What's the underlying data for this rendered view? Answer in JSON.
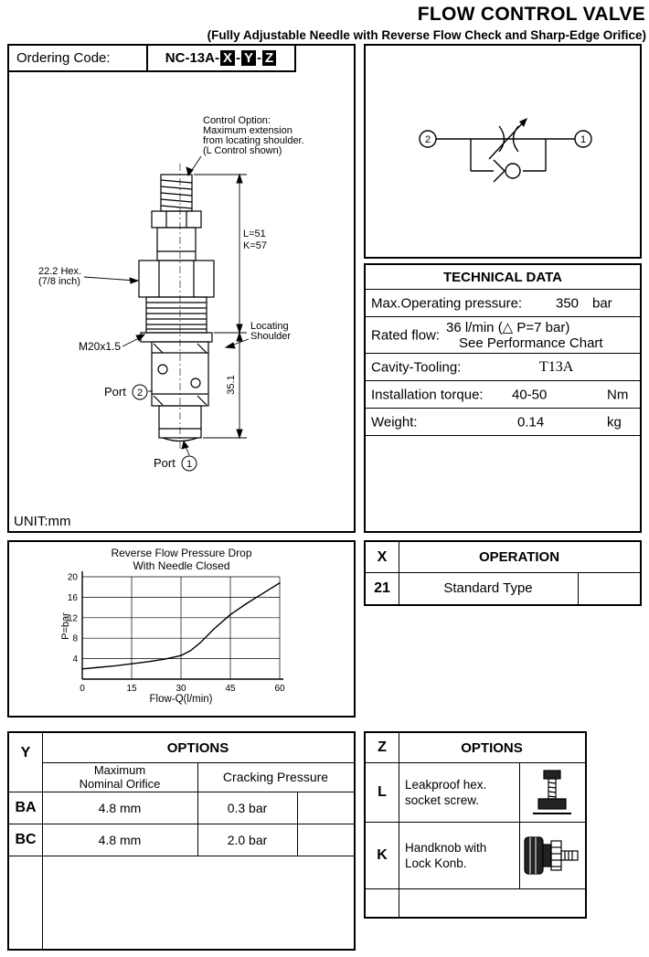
{
  "header": {
    "title": "FLOW CONTROL VALVE",
    "subtitle": "(Fully Adjustable Needle with Reverse Flow Check and Sharp-Edge Orifice)"
  },
  "ordering": {
    "label": "Ordering Code:",
    "code_prefix": "NC-13A-",
    "sep": "-",
    "x": "X",
    "y": "Y",
    "z": "Z"
  },
  "drawing": {
    "control_option": [
      "Control Option:",
      "Maximum extension",
      "from locating shoulder.",
      "(L Control shown)"
    ],
    "hex_line1": "22.2 Hex.",
    "hex_line2": "(7/8 inch)",
    "thread": "M20x1.5",
    "port_label": "Port",
    "port2": "2",
    "port1": "1",
    "dim_l": "L=51",
    "dim_k": "K=57",
    "locating1": "Locating",
    "locating2": "Shoulder",
    "dim_len": "35.1",
    "unit": "UNIT:mm"
  },
  "symbol": {
    "port2": "2",
    "port1": "1"
  },
  "technical": {
    "title": "TECHNICAL DATA",
    "row1": {
      "label": "Max.Operating pressure:",
      "value": "350",
      "unit": "bar"
    },
    "row2": {
      "label": "Rated flow:",
      "value": "36 l/min (△ P=7 bar)",
      "note": "See Performance Chart"
    },
    "row3": {
      "label": "Cavity-Tooling:",
      "value": "T13A"
    },
    "row4": {
      "label": "Installation torque:",
      "value": "40-50",
      "unit": "Nm"
    },
    "row5": {
      "label": "Weight:",
      "value": "0.14",
      "unit": "kg"
    }
  },
  "chart_data": {
    "type": "line",
    "title_line1": "Reverse Flow Pressure Drop",
    "title_line2": "With Needle Closed",
    "xlabel": "Flow-Q(l/min)",
    "ylabel": "P=bar",
    "xlim": [
      0,
      60
    ],
    "ylim": [
      0,
      20
    ],
    "xticks": [
      0,
      15,
      30,
      45,
      60
    ],
    "yticks": [
      4,
      8,
      12,
      16,
      20
    ],
    "grid": true,
    "series": [
      {
        "name": "Reverse flow pressure drop with needle closed",
        "x": [
          0,
          5,
          10,
          15,
          20,
          25,
          30,
          33,
          36,
          40,
          45,
          50,
          55,
          60
        ],
        "y": [
          2.0,
          2.3,
          2.6,
          3.0,
          3.4,
          3.9,
          4.6,
          5.6,
          7.2,
          9.8,
          12.6,
          14.8,
          16.8,
          18.8
        ]
      }
    ]
  },
  "operation": {
    "col": "X",
    "header": "OPERATION",
    "rows": [
      {
        "code": "21",
        "label": "Standard Type"
      }
    ]
  },
  "y_options": {
    "col": "Y",
    "header": "OPTIONS",
    "sub1_line1": "Maximum",
    "sub1_line2": "Nominal Orifice",
    "sub2": "Cracking Pressure",
    "rows": [
      {
        "code": "BA",
        "orifice": "4.8 mm",
        "cracking": "0.3 bar"
      },
      {
        "code": "BC",
        "orifice": "4.8 mm",
        "cracking": "2.0 bar"
      }
    ]
  },
  "z_options": {
    "col": "Z",
    "header": "OPTIONS",
    "rows": [
      {
        "code": "L",
        "line1": "Leakproof hex.",
        "line2": "socket screw.",
        "icon": "hex-socket-screw-icon"
      },
      {
        "code": "K",
        "line1": "Handknob with",
        "line2": "Lock Konb.",
        "icon": "handknob-icon"
      }
    ]
  },
  "colors": {
    "ink": "#000000",
    "paper": "#ffffff"
  }
}
